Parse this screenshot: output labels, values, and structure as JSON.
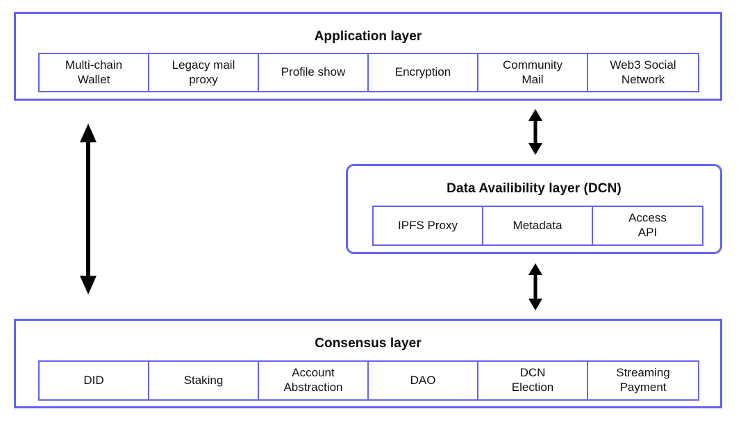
{
  "diagram": {
    "title": "Layered architecture diagram",
    "accent_color": "#6563F0",
    "arrow_color": "#000000",
    "background_color": "#FFFFFF"
  },
  "layers": {
    "application": {
      "title": "Application layer",
      "cells": [
        "Multi-chain\nWallet",
        "Legacy mail\nproxy",
        "Profile show",
        "Encryption",
        "Community\nMail",
        "Web3 Social\nNetwork"
      ]
    },
    "data_availability": {
      "title": "Data Availibility layer (DCN)",
      "cells": [
        "IPFS Proxy",
        "Metadata",
        "Access\nAPI"
      ]
    },
    "consensus": {
      "title": "Consensus layer",
      "cells": [
        "DID",
        "Staking",
        "Account\nAbstraction",
        "DAO",
        "DCN\nElection",
        "Streaming\nPayment"
      ]
    }
  },
  "connectors": [
    {
      "name": "application-to-consensus",
      "direction": "bidirectional"
    },
    {
      "name": "application-to-data-availability",
      "direction": "bidirectional"
    },
    {
      "name": "data-availability-to-consensus",
      "direction": "bidirectional"
    }
  ]
}
